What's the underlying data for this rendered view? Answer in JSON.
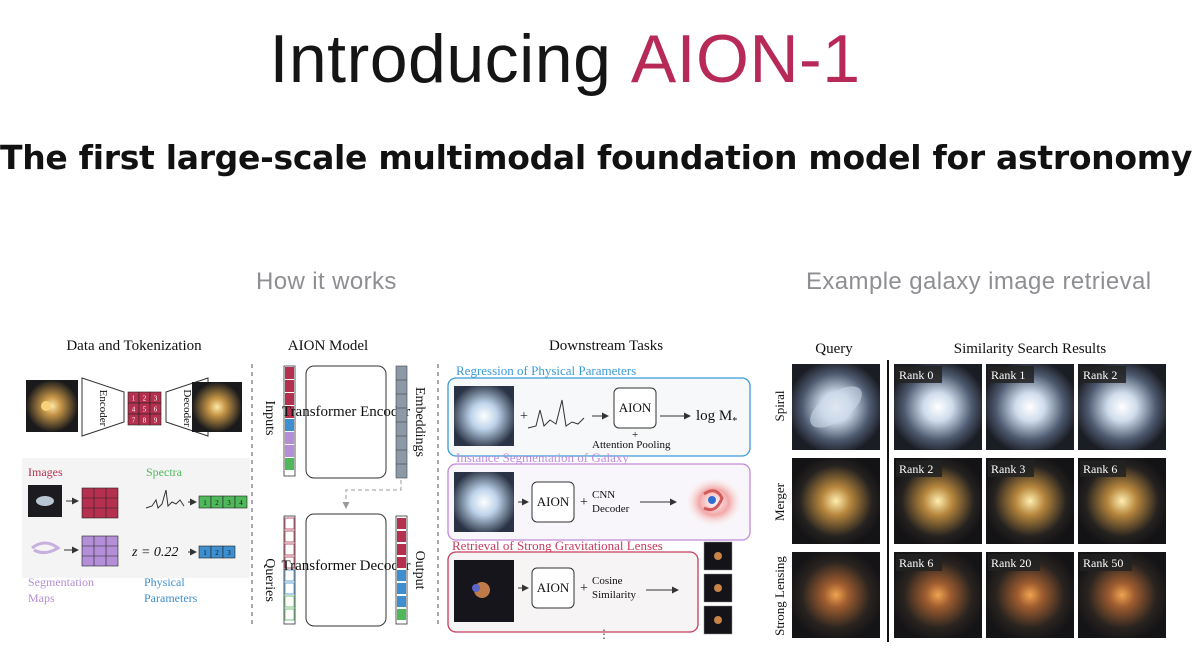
{
  "header": {
    "title_prefix": "Introducing ",
    "title_accent": "AION-1",
    "subtitle": "The first large-scale multimodal foundation model for astronomy"
  },
  "sections": {
    "how_it_works": "How it works",
    "retrieval": "Example galaxy image retrieval"
  },
  "diagram": {
    "tokenization": {
      "heading": "Data and Tokenization",
      "encoder": "Encoder",
      "decoder": "Decoder",
      "images": "Images",
      "spectra": "Spectra",
      "segmentation": "Segmentation",
      "maps": "Maps",
      "physical": "Physical",
      "parameters": "Parameters",
      "redshift": "z = 0.22",
      "grid_tokens": [
        "1",
        "2",
        "3",
        "4",
        "5",
        "6",
        "7",
        "8",
        "9"
      ],
      "spectra_tokens": [
        "1",
        "2",
        "3",
        "4"
      ],
      "param_tokens": [
        "1",
        "2",
        "3"
      ]
    },
    "model": {
      "heading": "AION Model",
      "encoder": "Transformer Encoder",
      "decoder": "Transformer Decoder",
      "inputs": "Inputs",
      "embeddings": "Embeddings",
      "queries": "Queries",
      "output": "Output"
    },
    "downstream": {
      "heading": "Downstream Tasks",
      "task1": "Regression of Physical Parameters",
      "task2": "Instance Segmentation of Galaxy",
      "task3": "Retrieval of Strong Gravitational Lenses",
      "aion": "AION",
      "plus": "+",
      "attention_pooling": "Attention Pooling",
      "log_mass": "log M",
      "log_mass_sub": "*",
      "cnn": "CNN",
      "decoder": "Decoder",
      "cosine": "Cosine",
      "similarity": "Similarity",
      "ellipsis": "⋮"
    }
  },
  "retrieval_grid": {
    "query_heading": "Query",
    "results_heading": "Similarity Search Results",
    "rows": [
      {
        "label": "Spiral",
        "ranks": [
          "Rank 0",
          "Rank 1",
          "Rank 2"
        ]
      },
      {
        "label": "Merger",
        "ranks": [
          "Rank 2",
          "Rank 3",
          "Rank 6"
        ]
      },
      {
        "label": "Strong Lensing",
        "ranks": [
          "Rank 6",
          "Rank 20",
          "Rank 50"
        ]
      }
    ]
  },
  "colors": {
    "accent": "#b72a57",
    "token_red": "#b5304f",
    "token_green": "#4fb85a",
    "token_blue": "#3d8fd0",
    "token_purple": "#b48ed6",
    "task1_color": "#3b9bd6",
    "task2_color": "#c28ad9",
    "task3_color": "#c83b5d"
  }
}
